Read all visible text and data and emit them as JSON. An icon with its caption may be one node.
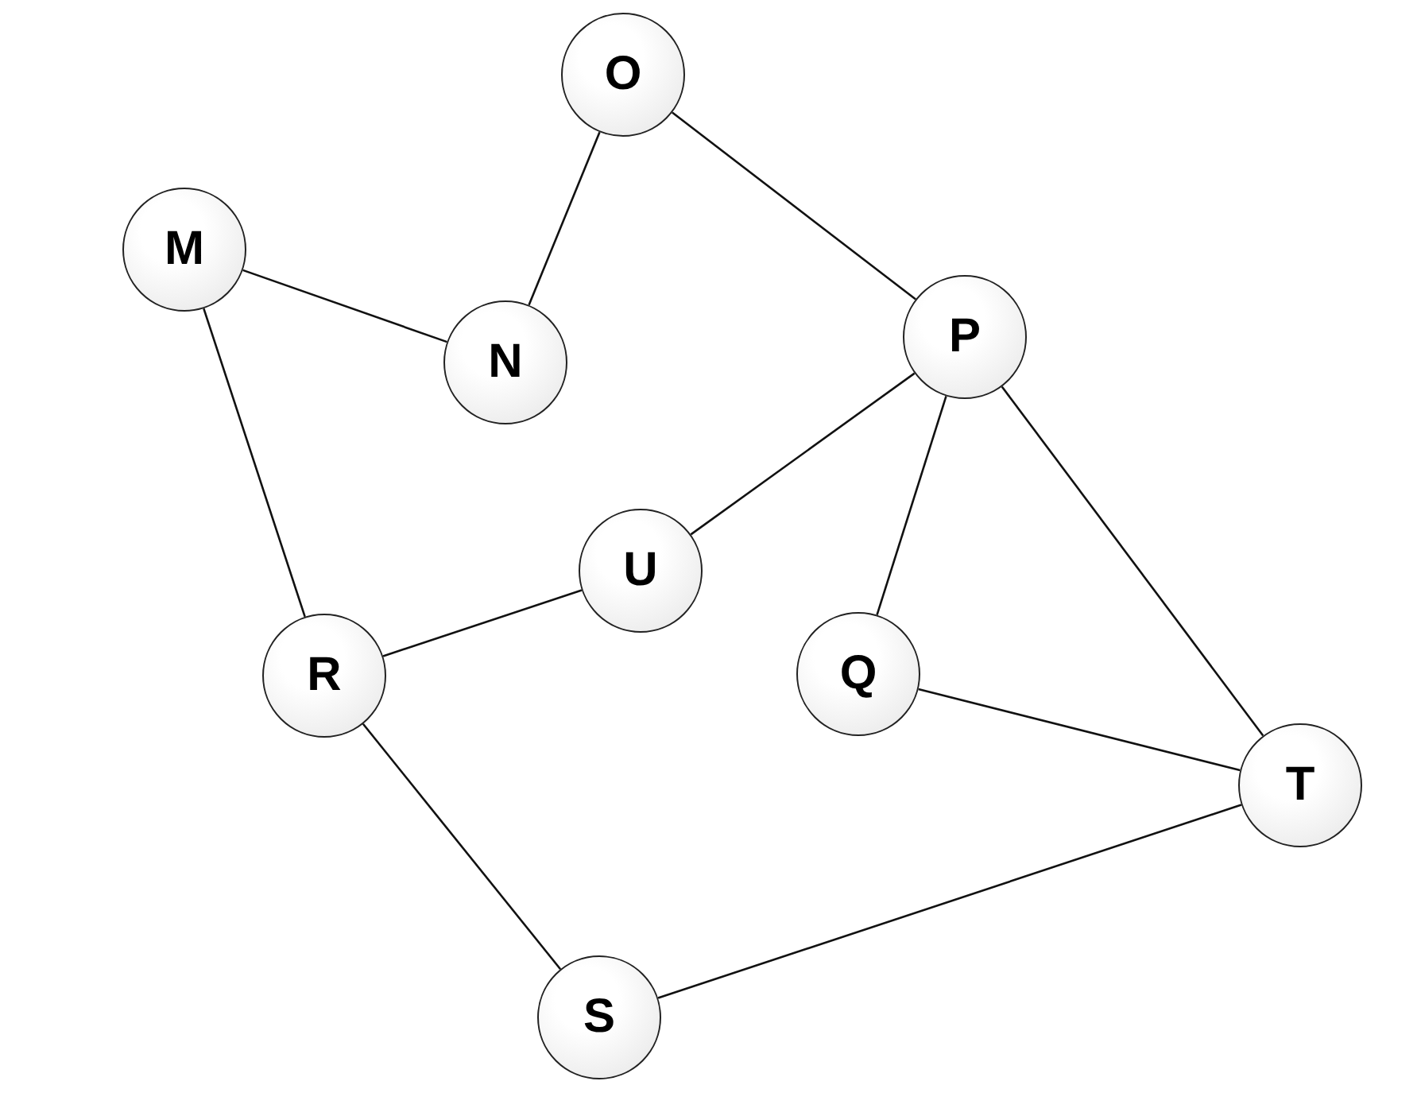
{
  "diagram": {
    "nodes": [
      {
        "text": [
          "O"
        ]
      },
      {
        "text": [
          "M"
        ]
      },
      {
        "text": [
          "N"
        ]
      },
      {
        "text": [
          "P"
        ]
      },
      {
        "text": [
          "U"
        ]
      },
      {
        "text": [
          "R"
        ]
      },
      {
        "text": [
          "Q"
        ]
      },
      {
        "text": [
          "T"
        ]
      },
      {
        "text": [
          "S"
        ]
      }
    ],
    "edges": [
      {
        "from": 0,
        "to": 2,
        "arrow": "none"
      },
      {
        "from": 0,
        "to": 3,
        "arrow": "none"
      },
      {
        "from": 1,
        "to": 2,
        "arrow": "none"
      },
      {
        "from": 1,
        "to": 5,
        "arrow": "none"
      },
      {
        "from": 3,
        "to": 4,
        "arrow": "none"
      },
      {
        "from": 3,
        "to": 6,
        "arrow": "none"
      },
      {
        "from": 3,
        "to": 7,
        "arrow": "none"
      },
      {
        "from": 4,
        "to": 5,
        "arrow": "none"
      },
      {
        "from": 6,
        "to": 7,
        "arrow": "none"
      },
      {
        "from": 5,
        "to": 8,
        "arrow": "none"
      },
      {
        "from": 8,
        "to": 7,
        "arrow": "none"
      }
    ]
  }
}
